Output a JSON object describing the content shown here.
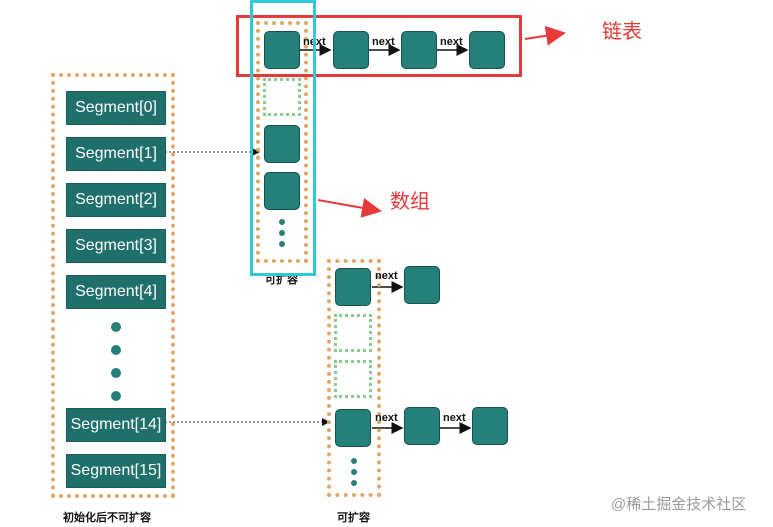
{
  "segments": {
    "items": [
      "Segment[0]",
      "Segment[1]",
      "Segment[2]",
      "Segment[3]",
      "Segment[4]",
      "Segment[14]",
      "Segment[15]"
    ],
    "caption": "初始化后不可扩容"
  },
  "array_top": {
    "caption": "可扩容"
  },
  "array_bottom": {
    "caption": "可扩容"
  },
  "links": {
    "next": "next"
  },
  "annotations": {
    "linked_list": "链表",
    "array": "数组"
  },
  "colors": {
    "node": "#26807a",
    "segment": "#1f6f6b",
    "dotted_border": "#e0a867",
    "empty_slot": "#8ccc8c",
    "red": "#e63a3a",
    "cyan": "#2ec8d6"
  },
  "watermark": {
    "text": "@稀土掘金技术社区"
  }
}
